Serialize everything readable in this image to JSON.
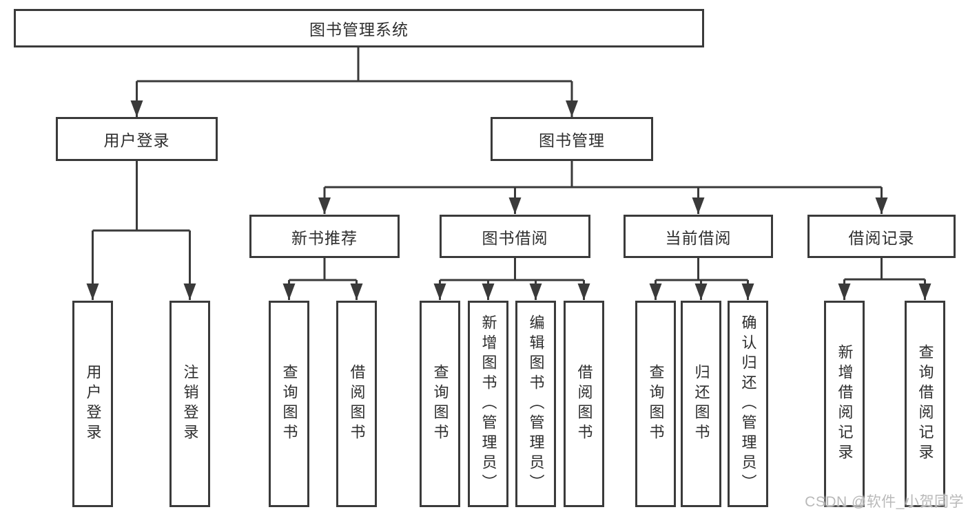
{
  "diagram": {
    "root_label": "图书管理系统",
    "level2": [
      {
        "label": "用户登录"
      },
      {
        "label": "图书管理"
      }
    ],
    "level3": [
      {
        "label": "新书推荐"
      },
      {
        "label": "图书借阅"
      },
      {
        "label": "当前借阅"
      },
      {
        "label": "借阅记录"
      }
    ],
    "leaves": {
      "user_login": [
        {
          "label": "用户登录"
        },
        {
          "label": "注销登录"
        }
      ],
      "new_book_recommend": [
        {
          "label": "查询图书"
        },
        {
          "label": "借阅图书"
        }
      ],
      "book_borrow": [
        {
          "label": "查询图书"
        },
        {
          "label": "新增图书（管理员）"
        },
        {
          "label": "编辑图书（管理员）"
        },
        {
          "label": "借阅图书"
        }
      ],
      "current_borrow": [
        {
          "label": "查询图书"
        },
        {
          "label": "归还图书"
        },
        {
          "label": "确认归还（管理员）"
        }
      ],
      "borrow_records": [
        {
          "label": "新增借阅记录"
        },
        {
          "label": "查询借阅记录"
        }
      ]
    },
    "colors": {
      "line": "#3a3a3a",
      "text": "#2e2e2e",
      "box_background": "#ffffff"
    }
  },
  "watermark": {
    "text": "CSDN @软件_小贺同学",
    "color": "#b9b9b9"
  }
}
